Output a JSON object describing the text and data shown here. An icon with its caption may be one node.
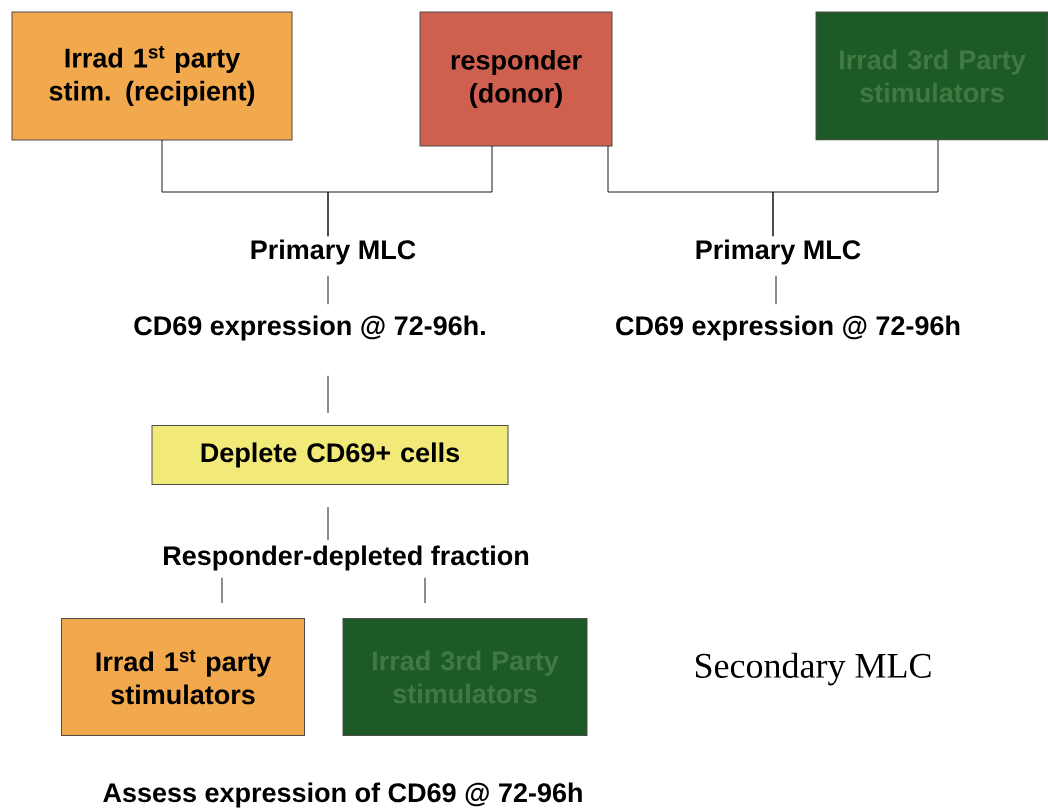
{
  "diagram": {
    "nodes": [
      {
        "text": [
          "Irrad 1$^{st}$ party stim. (recipient)"
        ]
      },
      {
        "text": [
          "responder (donor)"
        ]
      },
      {
        "text": [
          "Irrad 3rd Party stimulators"
        ]
      },
      {
        "text": [
          "Primary MLC"
        ]
      },
      {
        "text": [
          "CD69 expression  @ 72-96h."
        ]
      },
      {
        "text": [
          "Primary MLC"
        ]
      },
      {
        "text": [
          "CD69  expression  @ 72-96h"
        ]
      },
      {
        "text": [
          "Deplete CD69+ cells"
        ]
      },
      {
        "text": [
          "Responder-depleted fraction"
        ]
      },
      {
        "text": [
          "Irrad 1$^{st}$ party stimulators"
        ]
      },
      {
        "text": [
          "Irrad 3rd Party stimulators"
        ]
      }
    ],
    "edges": [
      {
        "from": 0,
        "to": 3,
        "arrow": "none"
      },
      {
        "from": 1,
        "to": 3,
        "arrow": "none"
      },
      {
        "from": 1,
        "to": 5,
        "arrow": "none"
      },
      {
        "from": 2,
        "to": 5,
        "arrow": "none"
      },
      {
        "from": 3,
        "to": 4,
        "arrow": "none"
      },
      {
        "from": 5,
        "to": 6,
        "arrow": "none"
      },
      {
        "from": 4,
        "to": 7,
        "arrow": "none"
      },
      {
        "from": 7,
        "to": 8,
        "arrow": "none"
      },
      {
        "from": 8,
        "to": 9,
        "arrow": "none"
      },
      {
        "from": 8,
        "to": 10,
        "arrow": "none"
      }
    ],
    "labels": [
      "Secondary MLC",
      "Assess expression of CD69 @ 72-96h"
    ]
  }
}
